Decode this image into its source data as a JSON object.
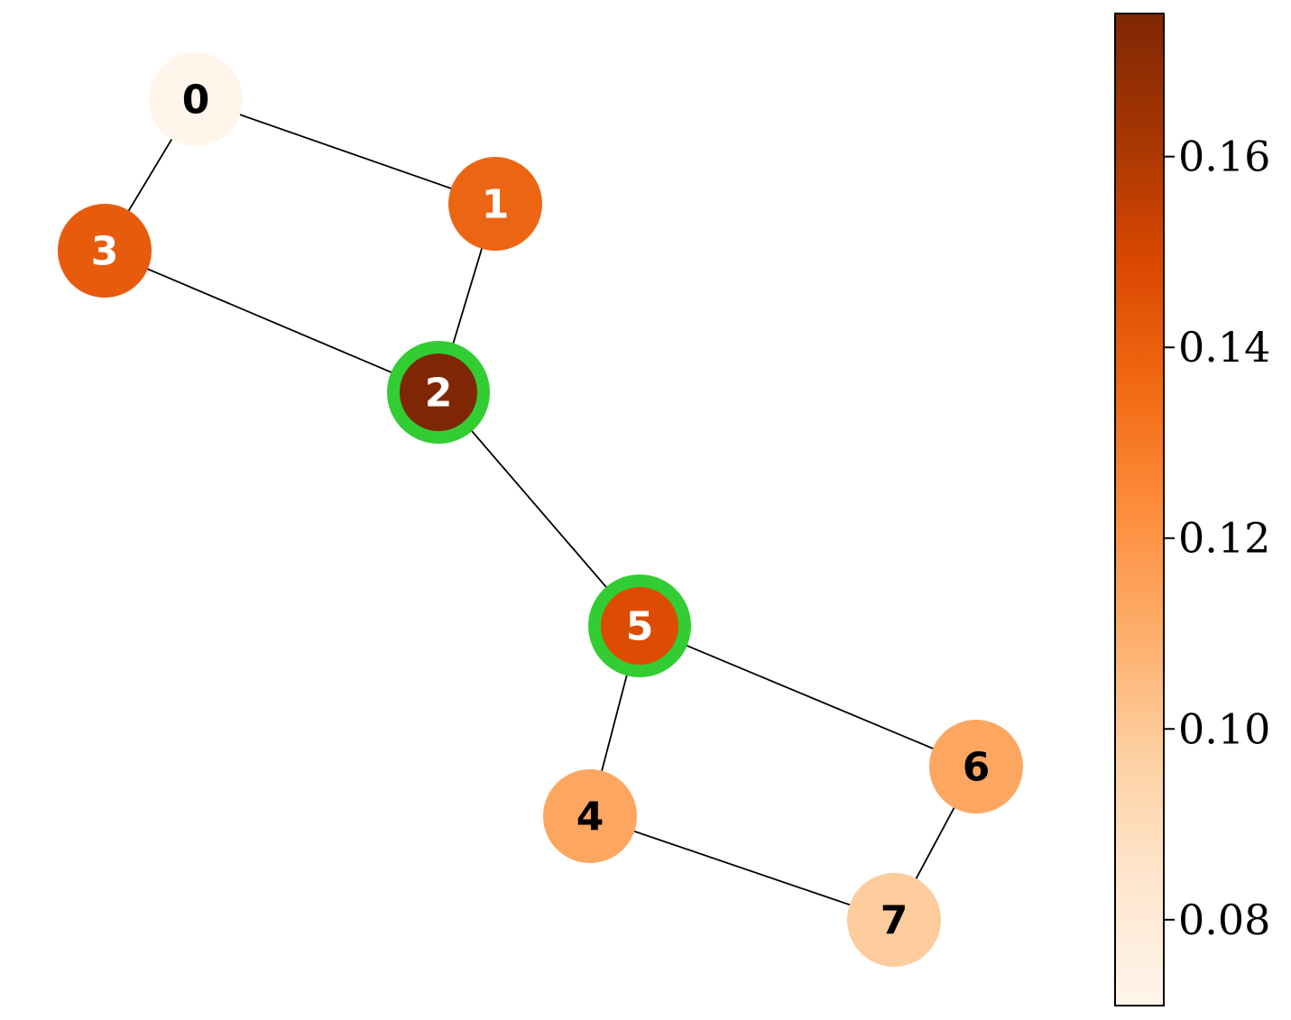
{
  "graph": {
    "nodes": [
      {
        "id": "0",
        "label": "0",
        "value": 0.071,
        "color": "#fff5eb",
        "label_color": "#000000",
        "highlighted": false
      },
      {
        "id": "1",
        "label": "1",
        "value": 0.137,
        "color": "#ec6513",
        "label_color": "#ffffff",
        "highlighted": false
      },
      {
        "id": "2",
        "label": "2",
        "value": 0.175,
        "color": "#7f2704",
        "label_color": "#ffffff",
        "highlighted": true
      },
      {
        "id": "3",
        "label": "3",
        "value": 0.141,
        "color": "#e85b0c",
        "label_color": "#ffffff",
        "highlighted": false
      },
      {
        "id": "4",
        "label": "4",
        "value": 0.116,
        "color": "#fda660",
        "label_color": "#000000",
        "highlighted": false
      },
      {
        "id": "5",
        "label": "5",
        "value": 0.15,
        "color": "#dc4d03",
        "label_color": "#ffffff",
        "highlighted": true
      },
      {
        "id": "6",
        "label": "6",
        "value": 0.116,
        "color": "#fda660",
        "label_color": "#000000",
        "highlighted": false
      },
      {
        "id": "7",
        "label": "7",
        "value": 0.098,
        "color": "#fdcc9c",
        "label_color": "#000000",
        "highlighted": false
      }
    ],
    "edges": [
      [
        "0",
        "1"
      ],
      [
        "0",
        "3"
      ],
      [
        "1",
        "2"
      ],
      [
        "3",
        "2"
      ],
      [
        "2",
        "5"
      ],
      [
        "5",
        "4"
      ],
      [
        "5",
        "6"
      ],
      [
        "4",
        "7"
      ],
      [
        "6",
        "7"
      ]
    ],
    "highlight_color": "#32cd32",
    "edge_color": "#000000"
  },
  "colorbar": {
    "colormap": "Oranges",
    "min": 0.071,
    "max": 0.175,
    "ticks": [
      {
        "value": 0.08,
        "label": "0.08"
      },
      {
        "value": 0.1,
        "label": "0.10"
      },
      {
        "value": 0.12,
        "label": "0.12"
      },
      {
        "value": 0.14,
        "label": "0.14"
      },
      {
        "value": 0.16,
        "label": "0.16"
      }
    ],
    "gradient_stops": [
      "#fff5eb",
      "#fee6ce",
      "#fdd0a2",
      "#fdae6b",
      "#fd8d3c",
      "#f16913",
      "#d94801",
      "#a63603",
      "#7f2704"
    ]
  }
}
